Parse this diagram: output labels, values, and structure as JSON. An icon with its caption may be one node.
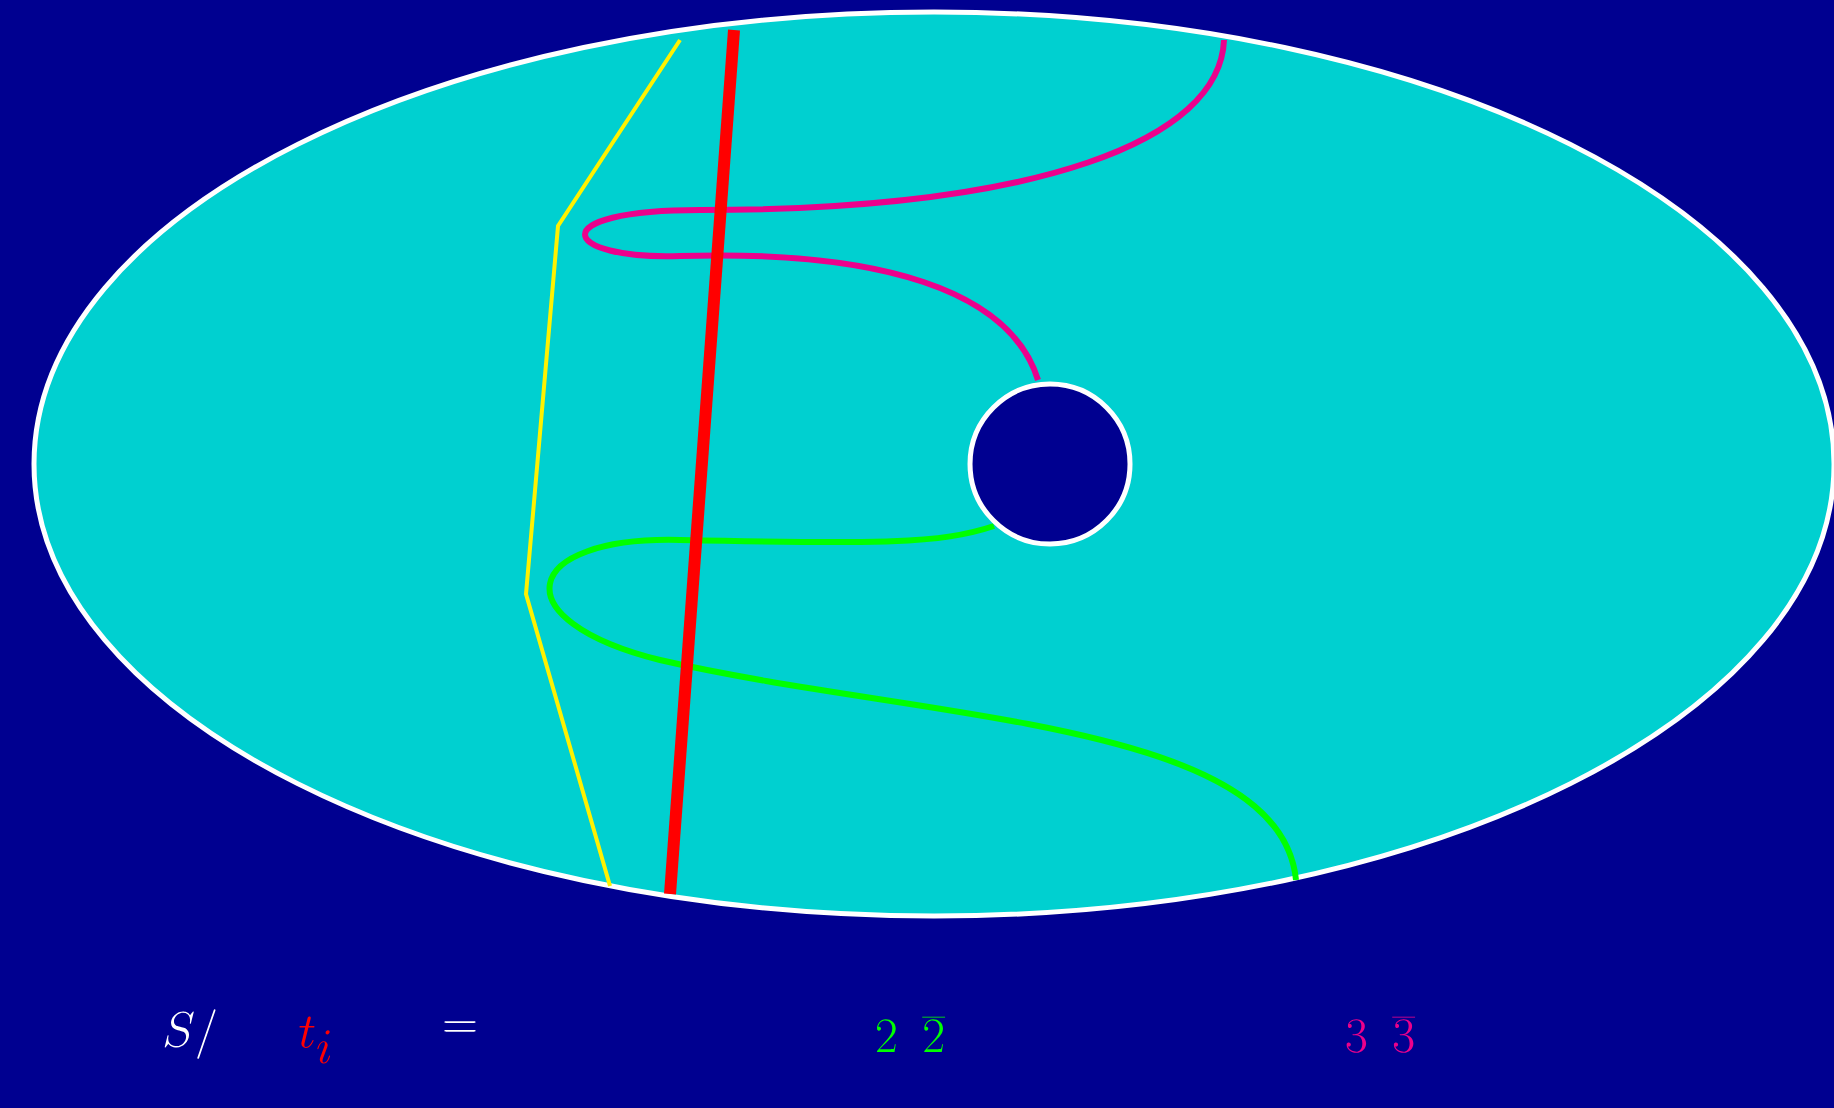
{
  "diagram": {
    "labels": [
      "S/",
      "t_i",
      "=",
      "2\\ \\overline{2}",
      "3\\ \\overline{3}"
    ]
  }
}
